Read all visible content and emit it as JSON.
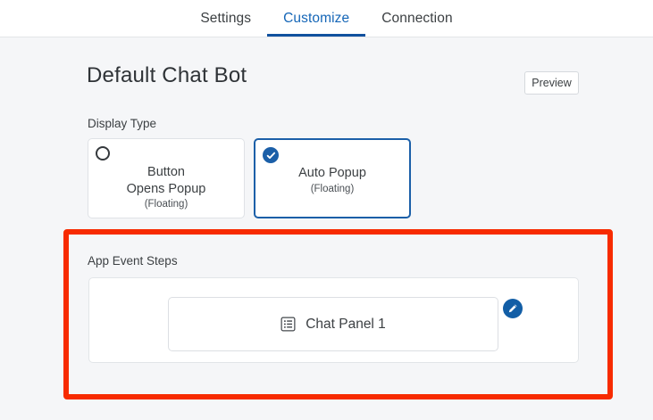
{
  "tabs": [
    {
      "label": "Settings",
      "active": false
    },
    {
      "label": "Customize",
      "active": true
    },
    {
      "label": "Connection",
      "active": false
    }
  ],
  "header": {
    "title": "Default Chat Bot",
    "preview_label": "Preview"
  },
  "display_type": {
    "label": "Display Type",
    "options": [
      {
        "title_line1": "Button",
        "title_line2": "Opens Popup",
        "subtitle": "(Floating)",
        "selected": false,
        "marker": "radio-unchecked-icon"
      },
      {
        "title_line1": "Auto Popup",
        "title_line2": "",
        "subtitle": "(Floating)",
        "selected": true,
        "marker": "check-circle-icon"
      }
    ]
  },
  "app_event_steps": {
    "label": "App Event Steps",
    "step": {
      "icon": "panel-list-icon",
      "label": "Chat Panel 1"
    },
    "edit_button": {
      "icon": "pencil-icon"
    }
  },
  "colors": {
    "accent_blue": "#1566b7",
    "tab_underline": "#11519e",
    "selected_border": "#1b5fa8",
    "highlight_red": "#f72b00",
    "page_background": "#f5f6f8",
    "card_background": "#ffffff"
  }
}
